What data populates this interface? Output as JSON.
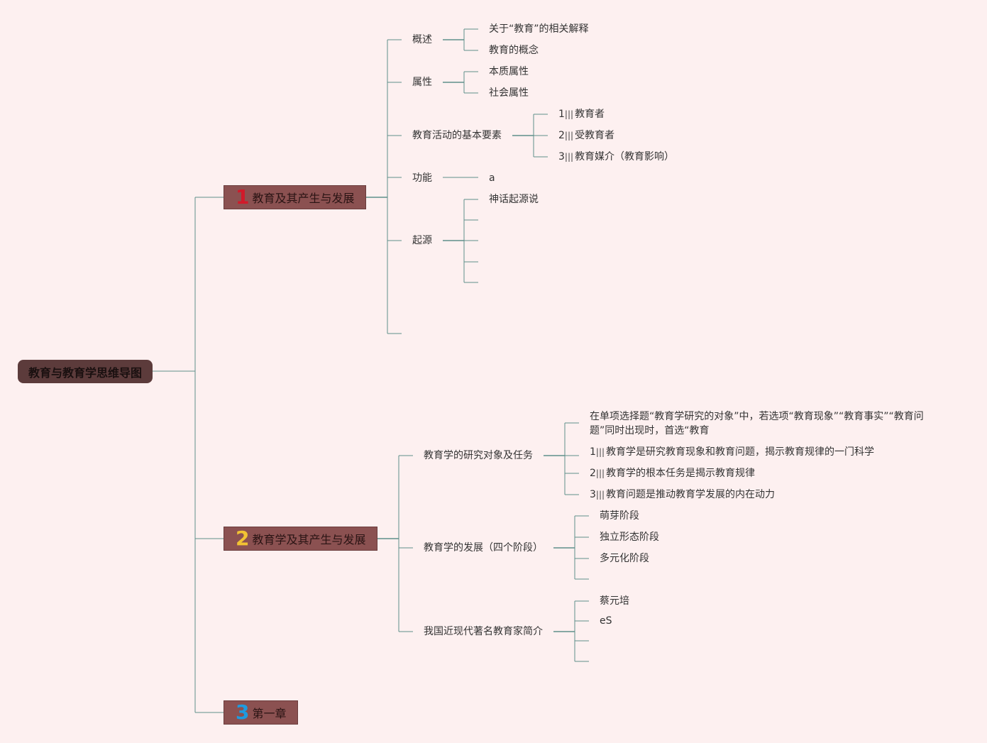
{
  "colors": {
    "background": "#fdf0f0",
    "line": "#5f8f8a",
    "root_fill": "#5c3b3b",
    "topic_fill": "#8b5151",
    "num1": "#d11a2a",
    "num2": "#f2c233",
    "num3": "#1e9be0"
  },
  "root": {
    "label": "教育与教育学思维导图"
  },
  "topics": [
    {
      "num": "1",
      "label": "教育及其产生与发展",
      "children": [
        {
          "label": "概述",
          "children": [
            {
              "label": "关于“教育”的相关解释"
            },
            {
              "label": "教育的概念"
            }
          ]
        },
        {
          "label": "属性",
          "children": [
            {
              "label": "本质属性"
            },
            {
              "label": "社会属性"
            }
          ]
        },
        {
          "label": "教育活动的基本要素",
          "children": [
            {
              "prefix": "1",
              "label": "教育者"
            },
            {
              "prefix": "2",
              "label": "受教育者"
            },
            {
              "prefix": "3",
              "label": "教育媒介（教育影响）"
            }
          ]
        },
        {
          "label": "功能",
          "children": [
            {
              "label": "a"
            }
          ]
        },
        {
          "label": "起源",
          "children": [
            {
              "label": "神话起源说"
            }
          ]
        }
      ]
    },
    {
      "num": "2",
      "label": "教育学及其产生与发展",
      "children": [
        {
          "label": "教育学的研究对象及任务",
          "children": [
            {
              "label": "在单项选择题“教育学研究的对象”中，若选项“教育现象”“教育事实”“教育问题”同时出现时，首选“教育"
            },
            {
              "prefix": "1",
              "label": "教育学是研究教育现象和教育问题，揭示教育规律的一门科学"
            },
            {
              "prefix": "2",
              "label": "教育学的根本任务是揭示教育规律"
            },
            {
              "prefix": "3",
              "label": "教育问题是推动教育学发展的内在动力"
            }
          ]
        },
        {
          "label": "教育学的发展（四个阶段）",
          "children": [
            {
              "label": "萌芽阶段"
            },
            {
              "label": "独立形态阶段"
            },
            {
              "label": "多元化阶段"
            }
          ]
        },
        {
          "label": "我国近现代著名教育家简介",
          "children": [
            {
              "label": "蔡元培"
            },
            {
              "label": "eS"
            }
          ]
        }
      ]
    },
    {
      "num": "3",
      "label": "第一章",
      "children": []
    }
  ]
}
